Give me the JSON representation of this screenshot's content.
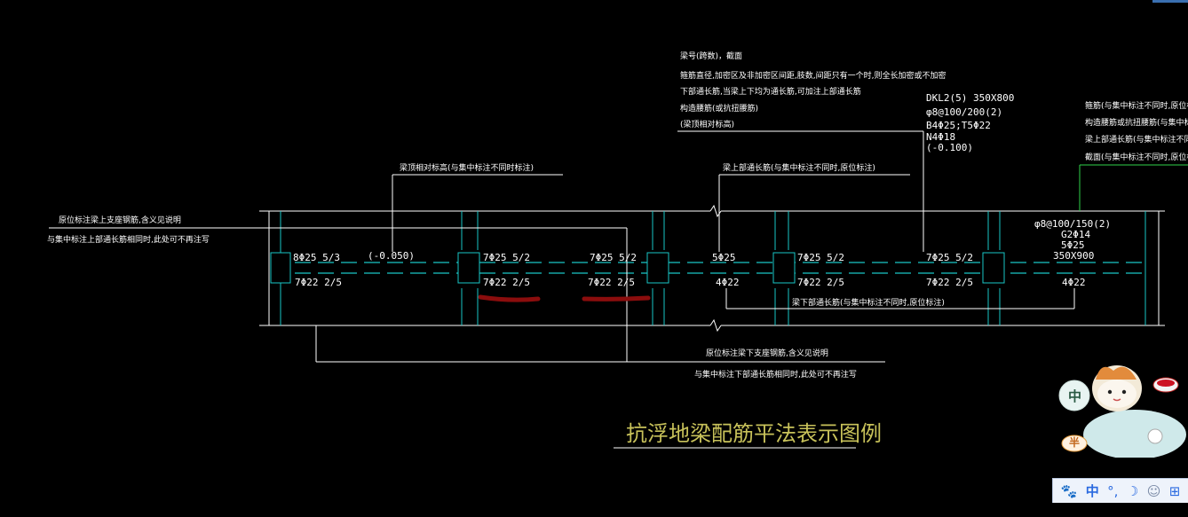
{
  "drawing": {
    "title": "抗浮地梁配筋平法表示图例",
    "annotations": {
      "top_block": [
        "梁号(跨数)，截面",
        "箍筋直径,加密区及非加密区间距,肢数,间距只有一个时,则全长加密或不加密",
        "下部通长筋,当梁上下均为通长筋,可加注上部通长筋",
        "构造腰筋(或抗扭腰筋)",
        "(梁顶相对标高)"
      ],
      "top_left_note": "梁顶相对标高(与集中标注不同时标注)",
      "top_mid_note": "梁上部通长筋(与集中标注不同时,原位标注)",
      "left_note_1": "原位标注梁上支座钢筋,含义见说明",
      "left_note_2": "与集中标注上部通长筋相同时,此处可不再注写",
      "bottom_mid_note": "梁下部通长筋(与集中标注不同时,原位标注)",
      "bottom_note_1": "原位标注梁下支座钢筋,含义见说明",
      "bottom_note_2": "与集中标注下部通长筋相同时,此处可不再注写",
      "right_notes": [
        "箍筋(与集中标注不同时,原位标注)",
        "构造腰筋或抗扭腰筋(与集中标注不同时",
        "梁上部通长筋(与集中标注不同时,原位",
        "截面(与集中标注不同时,原位标注)"
      ]
    },
    "collective_label": [
      "DKL2(5) 350X800",
      "φ8@100/200(2)",
      "B4Φ25;T5Φ22",
      "N4Φ18",
      "(-0.100)"
    ],
    "span_labels": {
      "s1_top": "8Φ25 5/3",
      "s1_bot": "7Φ22 2/5",
      "s1_elev": "(-0.050)",
      "s2_top": "7Φ25 5/2",
      "s2_bot": "7Φ22 2/5",
      "s3_top": "7Φ25 5/2",
      "s3_bot": "7Φ22 2/5",
      "s4_top": "5Φ25",
      "s4_bot": "4Φ22",
      "s5_top": "7Φ25 5/2",
      "s5_bot": "7Φ22 2/5",
      "s6_top": "7Φ25 5/2",
      "s6_bot": "7Φ22 2/5",
      "s7_bot": "4Φ22"
    },
    "right_block": [
      "φ8@100/150(2)",
      "G2Φ14",
      "5Φ25",
      "350X900"
    ]
  },
  "mascot": {
    "bubble_1": "中",
    "bubble_2": "半"
  },
  "ime_toolbar": {
    "items": [
      "中",
      "°,",
      "☽",
      "☺",
      "⊞"
    ]
  },
  "colors": {
    "background": "#000000",
    "line": "#ffffff",
    "axis": "#19c6c6",
    "title": "#c8c25a",
    "highlight": "#8b0d0d",
    "leader": "#2fd24a"
  }
}
